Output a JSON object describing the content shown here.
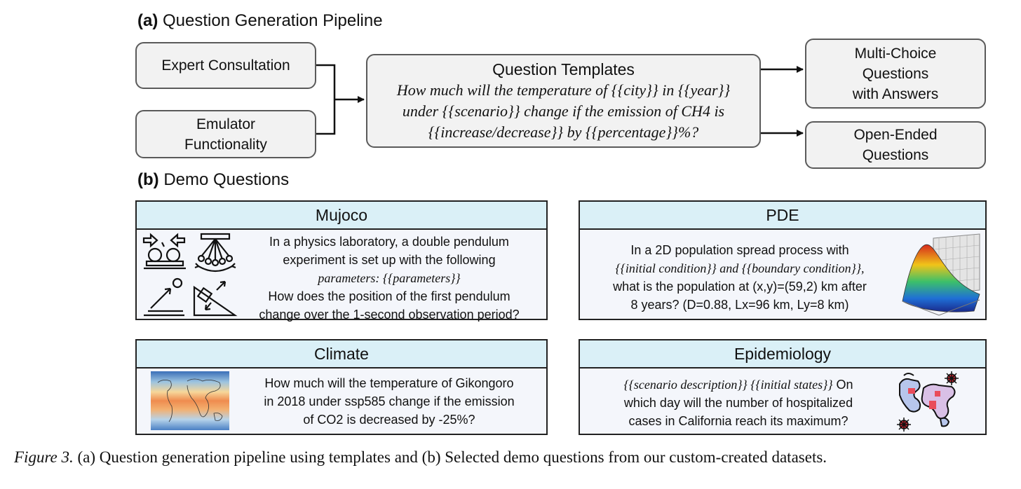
{
  "section_a": {
    "label": "(a)",
    "title": "Question Generation Pipeline"
  },
  "pipeline": {
    "input1": "Expert Consultation",
    "input2_line1": "Emulator",
    "input2_line2": "Functionality",
    "templates": {
      "title": "Question Templates",
      "line1": "How much will the temperature of {{city}} in {{year}}",
      "line2": "under {{scenario}} change if the emission of CH4 is",
      "line3": "{{increase/decrease}} by {{percentage}}%?"
    },
    "output1_line1": "Multi-Choice",
    "output1_line2": "Questions",
    "output1_line3": "with Answers",
    "output2_line1": "Open-Ended",
    "output2_line2": "Questions"
  },
  "section_b": {
    "label": "(b)",
    "title": "Demo Questions"
  },
  "cards": {
    "mujoco": {
      "title": "Mujoco",
      "line1": "In a physics laboratory, a double pendulum",
      "line2": "experiment is set up with the following",
      "line3": "parameters: {{parameters}}",
      "line4": "How does the position of the first pendulum",
      "line5": "change over the 1-second observation period?"
    },
    "pde": {
      "title": "PDE",
      "line1": "In a 2D population spread process with",
      "line2": "{{initial condition}} and {{boundary condition}},",
      "line3": "what is the population at (x,y)=(59,2) km after",
      "line4": "8 years? (D=0.88, Lx=96 km, Ly=8 km)"
    },
    "climate": {
      "title": "Climate",
      "line1": "How much will the temperature of Gikongoro",
      "line2": "in 2018 under ssp585 change if the emission",
      "line3": "of CO2 is decreased by -25%?"
    },
    "epidemiology": {
      "title": "Epidemiology",
      "line1a": "{{scenario description}} {{initial states}}",
      "line1b": " On",
      "line2": "which day will the number of hospitalized",
      "line3": "cases in California reach its maximum?"
    }
  },
  "caption": {
    "fig": "Figure 3.",
    "text": " (a) Question generation pipeline using templates and (b) Selected demo questions from our custom-created datasets."
  },
  "icons": [
    "mujoco-physics-icon",
    "pde-surface-plot-icon",
    "climate-heatmap-icon",
    "epidemic-map-icon"
  ],
  "colors": {
    "card_header": "#daf0f7",
    "box_fill": "#f2f2f2",
    "card_body": "#f4f6fb"
  }
}
